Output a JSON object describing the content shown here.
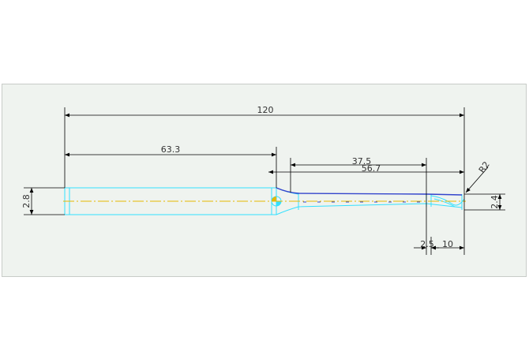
{
  "colors": {
    "background": "#eff3ef",
    "outline": "#33e0ff",
    "centerline": "#e6b800",
    "dimension": "#000000",
    "hidden_line": "#3344cc",
    "frame_border": "#c8ccc8"
  },
  "dimensions": {
    "overall_length": "120",
    "shank_length": "63.3",
    "d1": "37.5",
    "d2": "56.7",
    "radius": "R2",
    "left_diameter": "2.8",
    "right_diameter": "2.4",
    "small_a": "2.5",
    "small_b": "10"
  }
}
